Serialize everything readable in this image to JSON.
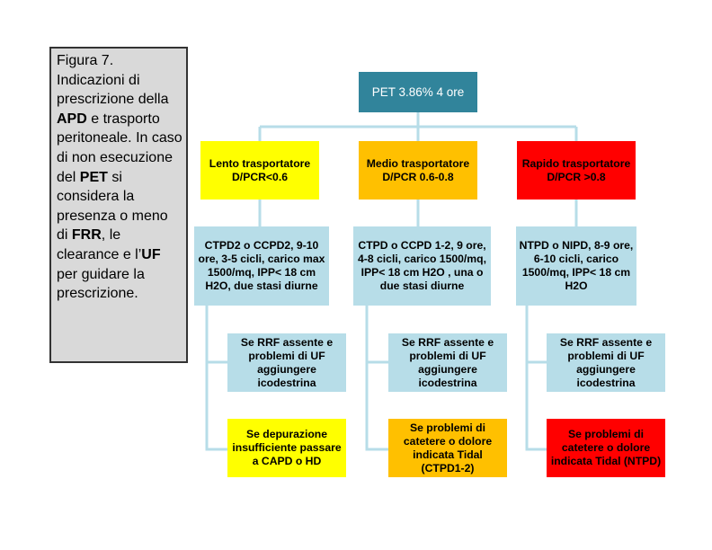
{
  "caption": {
    "parts": [
      {
        "text": "Figura 7. Indicazioni di prescrizione della ",
        "bold": false
      },
      {
        "text": "APD",
        "bold": true
      },
      {
        "text": " e trasporto peritoneale. In caso di non esecuzione del ",
        "bold": false
      },
      {
        "text": "PET",
        "bold": true
      },
      {
        "text": " si considera la presenza o meno di ",
        "bold": false
      },
      {
        "text": "FRR",
        "bold": true
      },
      {
        "text": ", le clearance e l’",
        "bold": false
      },
      {
        "text": "UF",
        "bold": true
      },
      {
        "text": " per guidare la prescrizione.",
        "bold": false
      }
    ]
  },
  "root": {
    "label": "PET 3.86% 4 ore"
  },
  "columns": [
    {
      "header": "Lento trasportatore D/PCR<0.6",
      "regimen": "CTPD2 o CCPD2, 9-10 ore, 3-5 cicli, carico max 1500/mq, IPP< 18 cm H2O, due stasi diurne",
      "note1": "Se RRF assente e problemi di UF aggiungere icodestrina",
      "note2": "Se depurazione insufficiente passare a CAPD o HD",
      "color": "#ffff00"
    },
    {
      "header": "Medio trasportatore D/PCR 0.6-0.8",
      "regimen": "CTPD o CCPD 1-2, 9 ore, 4-8 cicli, carico 1500/mq, IPP< 18 cm H2O , una o due stasi diurne",
      "note1": "Se RRF assente e problemi di UF aggiungere icodestrina",
      "note2": "Se problemi di catetere o dolore indicata Tidal (CTPD1-2)",
      "color": "#ffc000"
    },
    {
      "header": "Rapido trasportatore D/PCR >0.8",
      "regimen": "NTPD o NIPD, 8-9 ore, 6-10 cicli, carico 1500/mq, IPP< 18 cm H2O",
      "note1": "Se RRF assente e problemi di UF aggiungere icodestrina",
      "note2": "Se problemi di catetere o dolore indicata Tidal (NTPD)",
      "color": "#ff0000"
    }
  ],
  "colors": {
    "root": "#31849b",
    "regimen": "#b7dde8",
    "connector": "#b7dde8",
    "caption_bg": "#d9d9d9"
  }
}
